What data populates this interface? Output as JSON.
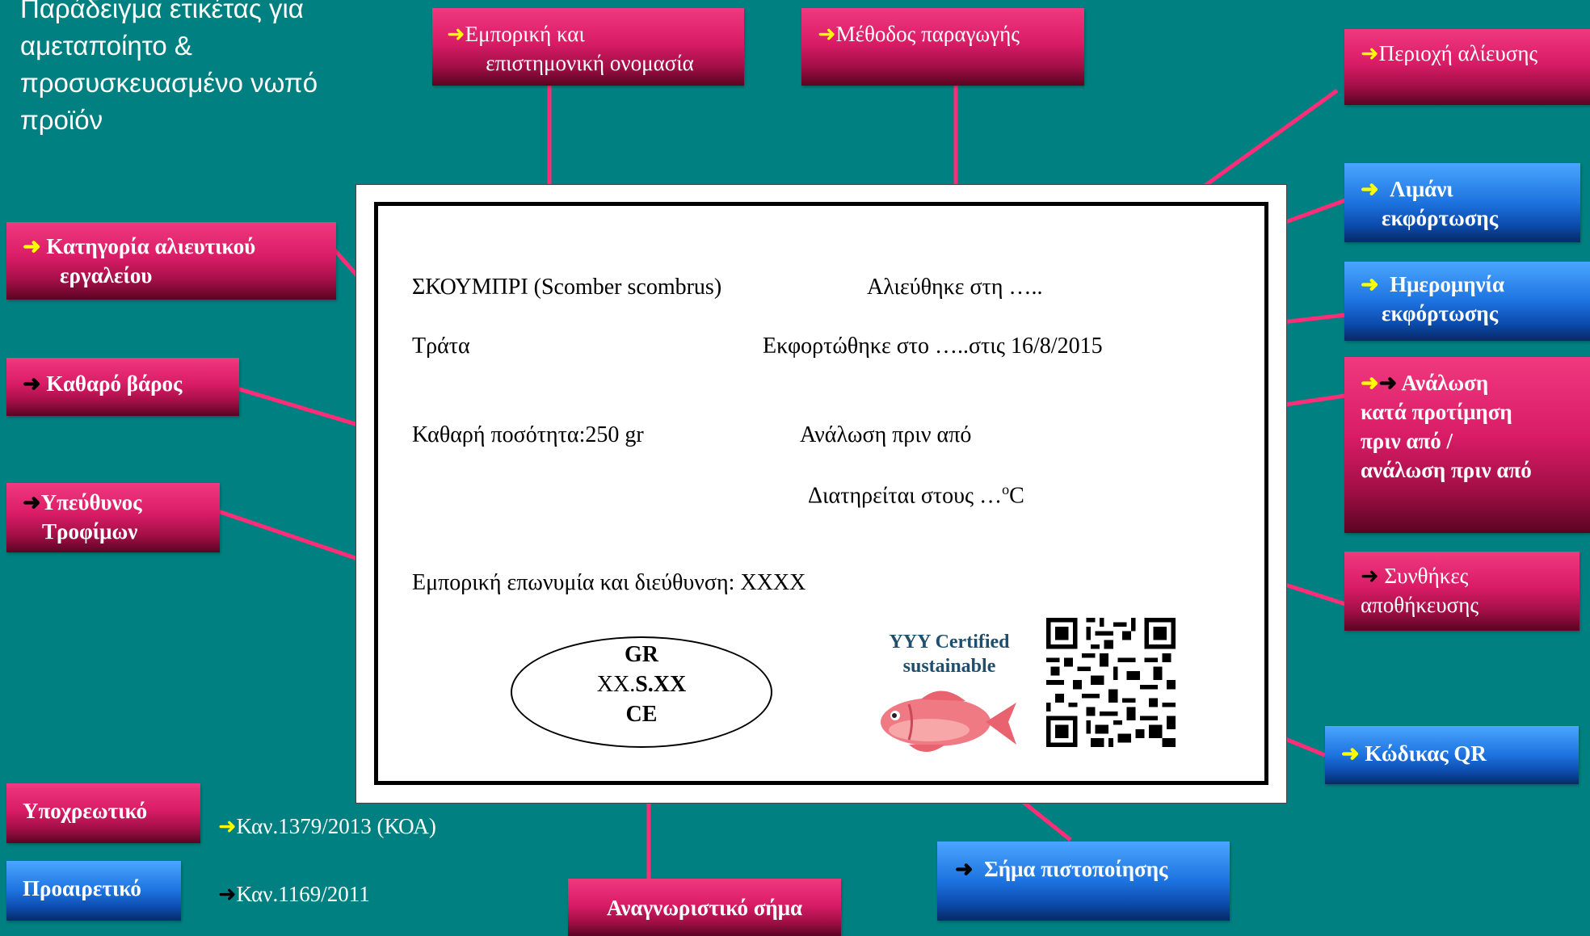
{
  "title": "Παράδειγμα ετικέτας για αμεταποίητο & προσυσκευασμένο νωπό προϊόν",
  "arrow": "➜",
  "arrow2": "➜➜",
  "tags": {
    "commercial_name": {
      "line1": "Εμπορική και",
      "line2": "επιστημονική ονομασία"
    },
    "production_method": "Μέθοδος παραγωγής",
    "catch_area": "Περιοχή αλίευσης",
    "landing_port": {
      "line1": "Λιμάνι",
      "line2": "εκφόρτωσης"
    },
    "landing_date": {
      "line1": "Ημερομηνία",
      "line2": "εκφόρτωσης"
    },
    "gear_category": {
      "line1": "Κατηγορία αλιευτικού",
      "line2": "εργαλείου"
    },
    "net_weight": "Καθαρό βάρος",
    "best_before": {
      "line1": "Ανάλωση",
      "line2": "κατά προτίμηση",
      "line3": "πριν από /",
      "line4": "ανάλωση πριν από"
    },
    "food_operator": {
      "line1": "Υπεύθυνος",
      "line2": "Τροφίμων"
    },
    "storage": {
      "line1": "Συνθήκες",
      "line2": "αποθήκευσης"
    },
    "qr_code": "Κώδικας QR",
    "certification_mark": "Σήμα πιστοποίησης",
    "identification_mark": "Αναγνωριστικό σήμα"
  },
  "label": {
    "species": "ΣΚΟΥΜΠΡΙ (Scomber scombrus)",
    "caught_in": "Αλιεύθηκε στη …..",
    "gear": "Τράτα",
    "landed": "Εκφορτώθηκε στο …..στις 16/8/2015",
    "net_qty": "Καθαρή ποσότητα:250 gr",
    "consume_before": "Ανάλωση πριν από",
    "kept_at": "Διατηρείται στους …",
    "degree": "o",
    "celsius": "C",
    "business": "Εμπορική επωνυμία και διεύθυνση: XXXX",
    "oval": {
      "line1": "GR",
      "line2_a": "XX.",
      "line2_b": "S.XX",
      "line3": "CE"
    },
    "cert": {
      "line1": "YYY Certified",
      "line2": "sustainable"
    }
  },
  "legend": {
    "mandatory": "Υποχρεωτικό",
    "mandatory_ref": "Καν.1379/2013 (ΚΟΑ)",
    "optional": "Προαιρετικό",
    "optional_ref": "Καν.1169/2011"
  },
  "colors": {
    "background": "#008080",
    "mandatory": "#d91c66",
    "optional": "#1d73e0",
    "connector": "#ff2d78",
    "arrow_yellow": "#ffff00"
  }
}
